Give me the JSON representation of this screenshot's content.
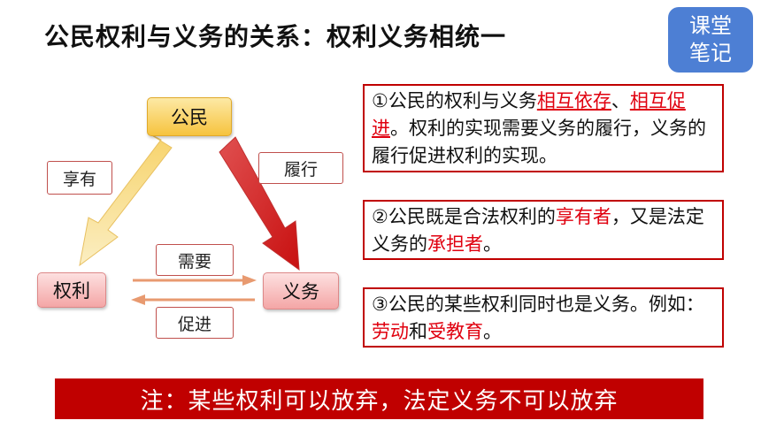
{
  "header": {
    "title": "公民权利与义务的关系：权利义务相统一"
  },
  "badge": {
    "line1": "课堂",
    "line2": "笔记"
  },
  "diagram": {
    "node_citizen": "公民",
    "node_rights": "权利",
    "node_duty": "义务",
    "label_enjoy": "享有",
    "label_perform": "履行",
    "label_need": "需要",
    "label_promote": "促进"
  },
  "points": {
    "p1": {
      "a": "①公民的权利与义务",
      "b": "相互依存",
      "c": "、",
      "d": "相互促进",
      "e": "。权利的实现需要义务的履行，义务的履行促进权利的实现。"
    },
    "p2": {
      "a": "②公民既是合法权利的",
      "b": "享有者",
      "c": "，又是法定义务的",
      "d": "承担者",
      "e": "。"
    },
    "p3": {
      "a": "③公民的某些权利同时也是义务。例如：",
      "b": "劳动",
      "c": "和",
      "d": "受教育",
      "e": "。"
    }
  },
  "note": {
    "text": "注：某些权利可以放弃，法定义务不可以放弃"
  },
  "colors": {
    "accent_red": "#c00000",
    "highlight_red": "#e0000f",
    "badge_blue": "#4d7fd4",
    "citizen_gold": "#f6c33e"
  }
}
